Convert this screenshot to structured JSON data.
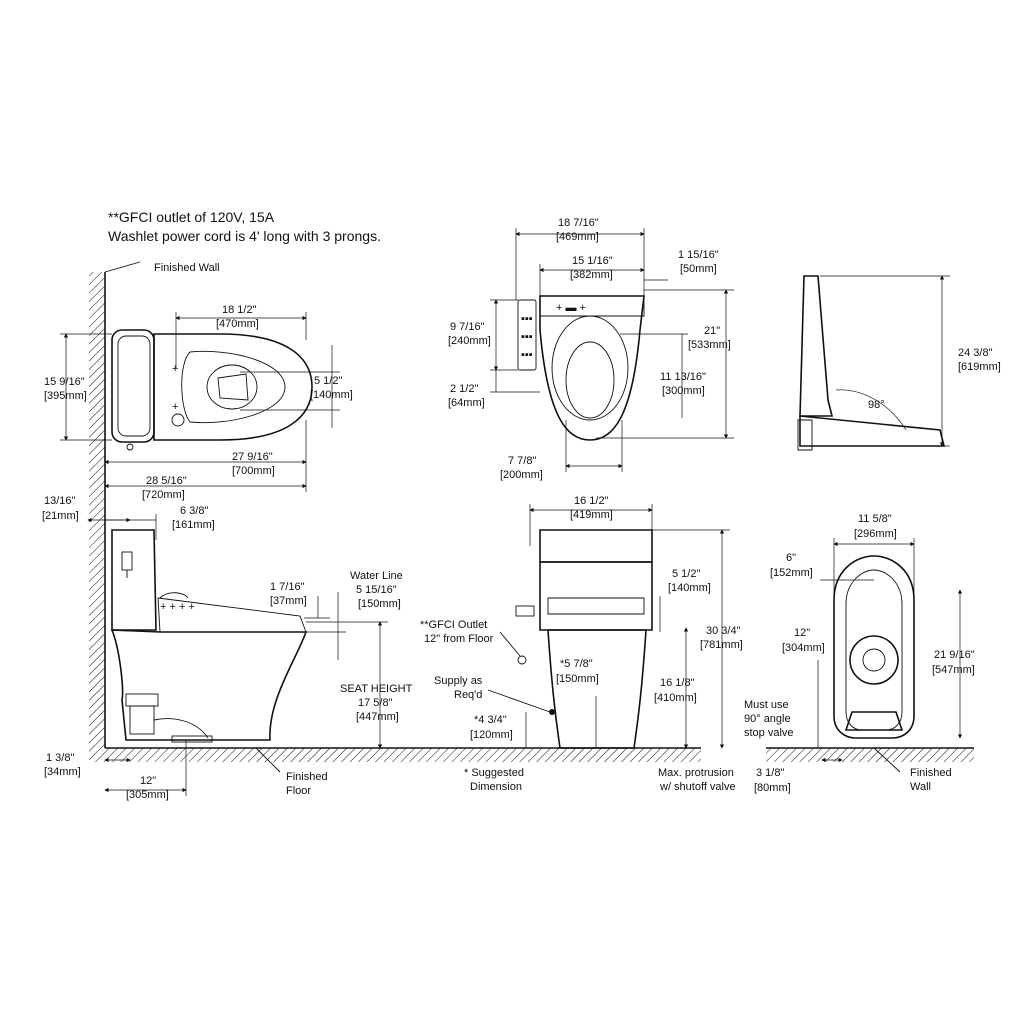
{
  "notes": {
    "line1": "**GFCI outlet of 120V, 15A",
    "line2": "Washlet power cord is 4' long with 3 prongs."
  },
  "top_view": {
    "finished_wall": "Finished Wall",
    "w_18_1_2": "18 1/2\"",
    "w_18_1_2_mm": "[470mm]",
    "h_15_9_16": "15 9/16\"",
    "h_15_9_16_mm": "[395mm]",
    "d_5_1_2": "5 1/2\"",
    "d_5_1_2_mm": "[140mm]",
    "w_27_9_16": "27 9/16\"",
    "w_27_9_16_mm": "[700mm]",
    "w_28_5_16": "28 5/16\"",
    "w_28_5_16_mm": "[720mm]"
  },
  "side_view": {
    "d_13_16": "13/16\"",
    "d_13_16_mm": "[21mm]",
    "d_6_3_8": "6 3/8\"",
    "d_6_3_8_mm": "[161mm]",
    "d_1_7_16": "1 7/16\"",
    "d_1_7_16_mm": "[37mm]",
    "water_line": "Water Line",
    "d_5_15_16": "5 15/16\"",
    "d_5_15_16_mm": "[150mm]",
    "seat_height": "SEAT HEIGHT",
    "d_17_5_8": "17 5/8\"",
    "d_17_5_8_mm": "[447mm]",
    "d_1_3_8": "1 3/8\"",
    "d_1_3_8_mm": "[34mm]",
    "d_12": "12\"",
    "d_12_mm": "[305mm]",
    "finished_floor_1": "Finished",
    "finished_floor_2": "Floor"
  },
  "seat_top_view": {
    "d_18_7_16": "18 7/16\"",
    "d_18_7_16_mm": "[469mm]",
    "d_15_1_16": "15 1/16\"",
    "d_15_1_16_mm": "[382mm]",
    "d_1_15_16": "1 15/16\"",
    "d_1_15_16_mm": "[50mm]",
    "d_9_7_16": "9 7/16\"",
    "d_9_7_16_mm": "[240mm]",
    "d_21": "21\"",
    "d_21_mm": "[533mm]",
    "d_11_13_16": "11 13/16\"",
    "d_11_13_16_mm": "[300mm]",
    "d_2_1_2": "2 1/2\"",
    "d_2_1_2_mm": "[64mm]",
    "d_7_7_8": "7 7/8\"",
    "d_7_7_8_mm": "[200mm]"
  },
  "seat_side_view": {
    "d_24_3_8": "24 3/8\"",
    "d_24_3_8_mm": "[619mm]",
    "angle": "98°"
  },
  "front_view": {
    "d_16_1_2": "16 1/2\"",
    "d_16_1_2_mm": "[419mm]",
    "d_5_1_2": "5 1/2\"",
    "d_5_1_2_mm": "[140mm]",
    "d_30_3_4": "30 3/4\"",
    "d_30_3_4_mm": "[781mm]",
    "gfci_1": "**GFCI Outlet",
    "gfci_2": "12\" from Floor",
    "supply_1": "Supply as",
    "supply_2": "Req'd",
    "d_5_7_8": "*5 7/8\"",
    "d_5_7_8_mm": "[150mm]",
    "d_16_1_8": "16 1/8\"",
    "d_16_1_8_mm": "[410mm]",
    "d_4_3_4": "*4 3/4\"",
    "d_4_3_4_mm": "[120mm]",
    "suggested_1": "* Suggested",
    "suggested_2": "Dimension",
    "max_protrusion_1": "Max. protrusion",
    "max_protrusion_2": "w/ shutoff valve"
  },
  "rear_view": {
    "d_11_5_8": "11 5/8\"",
    "d_11_5_8_mm": "[296mm]",
    "d_6": "6\"",
    "d_6_mm": "[152mm]",
    "d_12": "12\"",
    "d_12_mm": "[304mm]",
    "d_21_9_16": "21 9/16\"",
    "d_21_9_16_mm": "[547mm]",
    "must_use_1": "Must use",
    "must_use_2": "90° angle",
    "must_use_3": "stop valve",
    "d_3_1_8": "3 1/8\"",
    "d_3_1_8_mm": "[80mm]",
    "finished_wall_1": "Finished",
    "finished_wall_2": "Wall"
  }
}
